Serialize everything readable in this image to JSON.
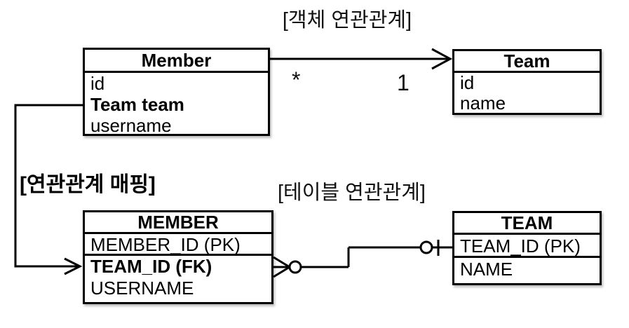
{
  "titles": {
    "object_relation": "[객체 연관관계]",
    "mapping": "[연관관계 매핑]",
    "table_relation": "[테이블 연관관계]"
  },
  "object_diagram": {
    "member_class": {
      "name": "Member",
      "fields": [
        {
          "text": "id",
          "bold": false
        },
        {
          "text": "Team team",
          "bold": true
        },
        {
          "text": "username",
          "bold": false
        }
      ]
    },
    "team_class": {
      "name": "Team",
      "fields": [
        {
          "text": "id",
          "bold": false
        },
        {
          "text": "name",
          "bold": false
        }
      ]
    },
    "association": {
      "member_multiplicity": "*",
      "team_multiplicity": "1"
    }
  },
  "table_diagram": {
    "member_table": {
      "name": "MEMBER",
      "pk_column": "MEMBER_ID (PK)",
      "fk_column": "TEAM_ID (FK)",
      "column": "USERNAME"
    },
    "team_table": {
      "name": "TEAM",
      "pk_column": "TEAM_ID (PK)",
      "column": "NAME"
    }
  },
  "colors": {
    "line": "#000000",
    "box_fill": "#ffffff",
    "background": "#ffffff"
  }
}
